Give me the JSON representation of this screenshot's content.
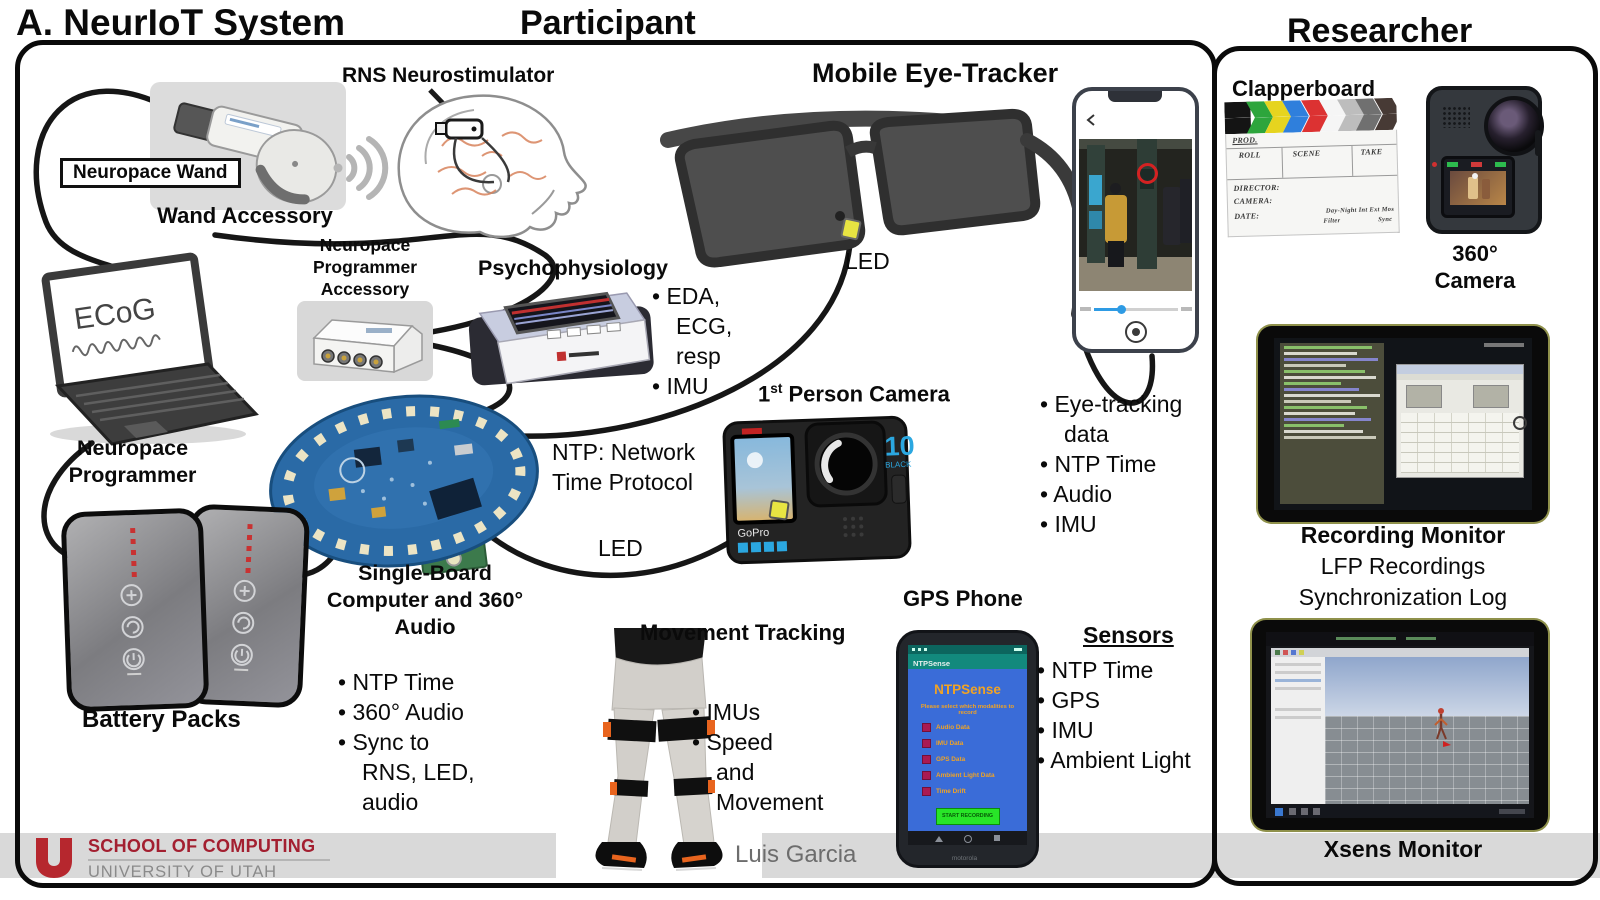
{
  "title": "A. NeurIoT System",
  "participant": {
    "header": "Participant",
    "wand": {
      "tag": "Neuropace Wand",
      "caption": "Wand Accessory"
    },
    "rns_caption": "RNS Neurostimulator",
    "programmer_accessory_lines": [
      "Neuropace",
      "Programmer",
      "Accessory"
    ],
    "ecog_screen": "ECoG",
    "programmer_lines": [
      "Neuropace",
      "Programmer"
    ],
    "psychophysiology": {
      "caption": "Psychophysiology",
      "bullets": [
        "EDA, ECG, resp",
        "IMU"
      ]
    },
    "eye_tracker": {
      "caption": "Mobile Eye-Tracker",
      "led": "LED",
      "bullets": [
        "Eye-tracking data",
        "NTP Time",
        "Audio",
        "IMU"
      ]
    },
    "sbc": {
      "caption_lines": [
        "Single-Board",
        "Computer and 360°",
        "Audio"
      ],
      "bullets": [
        "NTP Time",
        "360° Audio",
        "Sync to RNS, LED, audio"
      ]
    },
    "ntp_note_lines": [
      "NTP: Network",
      "Time Protocol"
    ],
    "first_person": {
      "num": "1",
      "sup": "st",
      "rest": " Person Camera",
      "led": "LED",
      "badge": "10",
      "badge_sub": "BLACK",
      "brand": "GoPro"
    },
    "movement": {
      "caption": "Movement Tracking",
      "bullets": [
        "IMUs",
        "Speed and Movement"
      ]
    },
    "gps_phone": {
      "caption": "GPS Phone",
      "appbar": "NTPSense",
      "app_title": "NTPSense",
      "app_subtitle": "Please select which modalities to record",
      "options": [
        "Audio Data",
        "IMU Data",
        "GPS Data",
        "Ambient Light Data",
        "Time Drift"
      ],
      "button": "START RECORDING",
      "brand": "motorola"
    },
    "sensors": {
      "heading": "Sensors",
      "bullets": [
        "NTP Time",
        "GPS",
        "IMU",
        "Ambient Light"
      ]
    },
    "battery_caption": "Battery Packs"
  },
  "researcher": {
    "header": "Researcher",
    "clapperboard": {
      "caption": "Clapperboard",
      "prod": "PROD.",
      "roll": "ROLL",
      "scene": "SCENE",
      "take": "TAKE",
      "director": "DIRECTOR:",
      "camera": "CAMERA:",
      "date": "DATE:",
      "meta1": "Day-Night Int Ext Mos",
      "meta2": "Filter",
      "meta3": "Sync"
    },
    "camera360_lines": [
      "360°",
      "Camera"
    ],
    "recording_monitor": {
      "caption": "Recording Monitor",
      "sub1": "LFP Recordings",
      "sub2": "Synchronization Log"
    },
    "xsens_caption": "Xsens Monitor"
  },
  "footer": {
    "school": "SCHOOL OF COMPUTING",
    "university": "UNIVERSITY OF UTAH",
    "credit": "Luis Garcia"
  },
  "colors": {
    "led_yellow": "#e8e442",
    "board_blue": "#2a6aa6",
    "app_blue": "#3a6cd8",
    "app_teal": "#12897d",
    "app_orange": "#f0a325",
    "record_green": "#28e528",
    "utah_red": "#b01f2e"
  }
}
